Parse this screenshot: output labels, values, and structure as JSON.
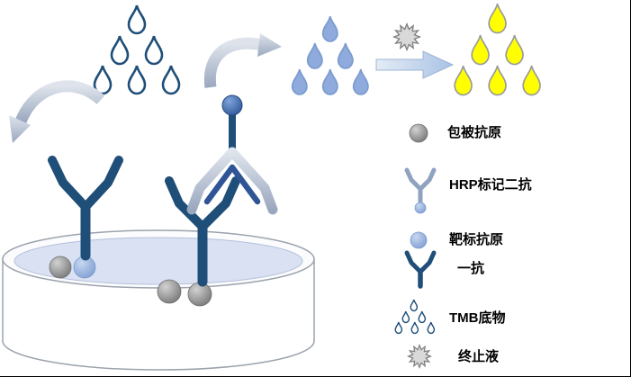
{
  "legend": {
    "items": [
      {
        "id": "coated-antigen",
        "icon": "gray-sphere-icon",
        "label": "包被抗原"
      },
      {
        "id": "hrp-secondary-antibody",
        "icon": "silver-antibody-hrp-icon",
        "label": "HRP标记二抗"
      },
      {
        "id": "target-antigen",
        "icon": "blue-sphere-icon",
        "label": "靶标抗原"
      },
      {
        "id": "primary-antibody",
        "icon": "navy-antibody-icon",
        "label": "一抗"
      },
      {
        "id": "tmb-substrate",
        "icon": "outlined-droplets-icon",
        "label": "TMB底物"
      },
      {
        "id": "stop-solution",
        "icon": "starburst-icon",
        "label": "终止液"
      }
    ]
  },
  "colors": {
    "navy": "#1F4E79",
    "light_blue": "#8FAADC",
    "silver": "#AEBCD2",
    "yellow": "#FFFF00",
    "gray": "#8C8C8C",
    "liquid": "#D9E1F2"
  }
}
